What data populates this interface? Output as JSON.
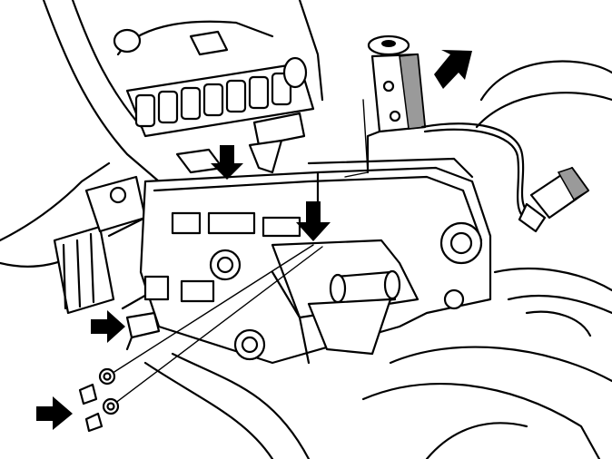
{
  "diagram": {
    "kind": "technical exploded illustration",
    "line_color": "#000000",
    "background": "#ffffff",
    "arrow_color": "#000000",
    "arrows": [
      {
        "id": "arrow-solenoid",
        "direction": "down-left"
      },
      {
        "id": "arrow-bracket-top",
        "direction": "down"
      },
      {
        "id": "arrow-bracket-center",
        "direction": "down"
      },
      {
        "id": "arrow-clip-left",
        "direction": "right"
      },
      {
        "id": "arrow-screws",
        "direction": "right"
      }
    ],
    "parts": [
      "shift-lock-solenoid",
      "electrical-connector",
      "mounting-bracket",
      "screws",
      "retaining-clip",
      "center-console-vent",
      "cable-harness"
    ]
  }
}
